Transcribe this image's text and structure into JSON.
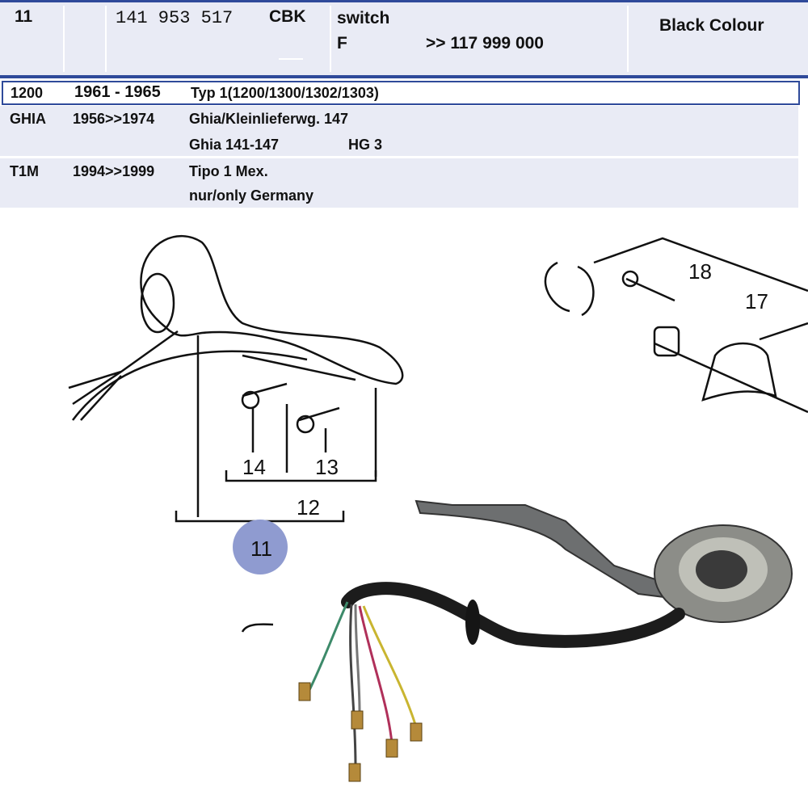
{
  "part": {
    "position": "11",
    "number": "141  953  517",
    "suffix": "CBK",
    "name": "switch",
    "code": "F",
    "range": ">> 117  999 000",
    "remark": "Black Colour"
  },
  "models": [
    {
      "code": "1200",
      "years": "1961 - 1965",
      "desc": [
        "Typ 1(1200/1300/1302/1303)"
      ]
    },
    {
      "code": "GHIA",
      "years": "1956>>1974",
      "desc": [
        "Ghia/Kleinlieferwg. 147",
        "Ghia 141-147"
      ],
      "extra": "HG 3"
    },
    {
      "code": "T1M",
      "years": "1994>>1999",
      "desc": [
        "Tipo 1 Mex.",
        "nur/only Germany"
      ]
    }
  ],
  "diagram": {
    "labels": [
      "18",
      "17",
      "14",
      "13",
      "12",
      "11"
    ],
    "highlight_color": "#8f9bd0"
  }
}
